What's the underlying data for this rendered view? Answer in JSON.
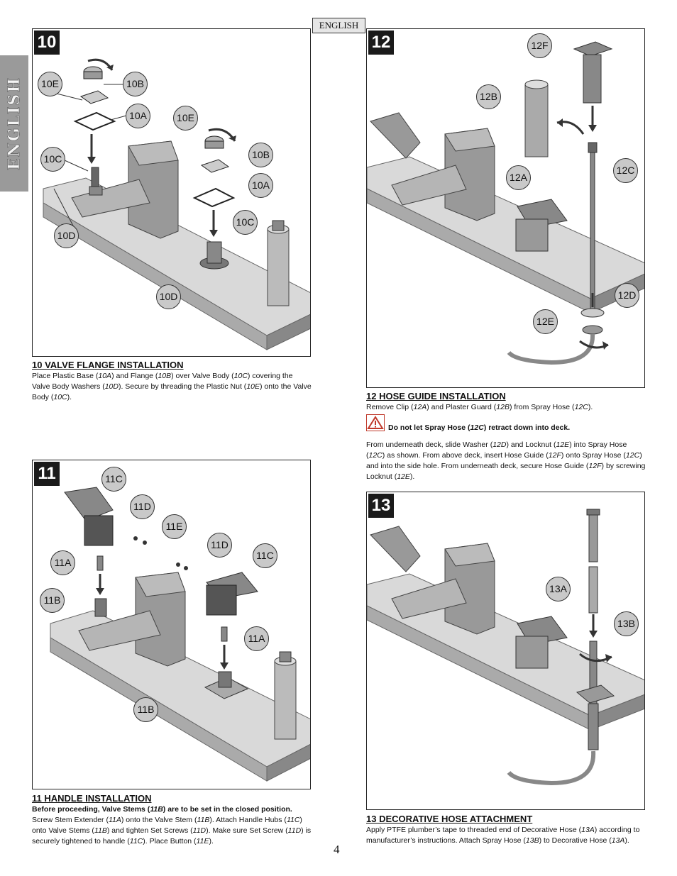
{
  "header": {
    "language_tab": "ENGLISH",
    "side_tab": "ENGLISH"
  },
  "steps": {
    "s10": {
      "number": "10",
      "title": "10  VALVE FLANGE INSTALLATION",
      "callouts": [
        "10E",
        "10B",
        "10A",
        "10E",
        "10B",
        "10A",
        "10C",
        "10C",
        "10D",
        "10D"
      ],
      "caption": [
        {
          "t": "Place Plastic Base ("
        },
        {
          "t": "10A",
          "i": true
        },
        {
          "t": ") and Flange ("
        },
        {
          "t": "10B",
          "i": true
        },
        {
          "t": ") over Valve Body ("
        },
        {
          "t": "10C",
          "i": true
        },
        {
          "t": ") covering the Valve Body Washers ("
        },
        {
          "t": "10D",
          "i": true
        },
        {
          "t": ").  Secure by threading the Plastic Nut ("
        },
        {
          "t": "10E",
          "i": true
        },
        {
          "t": ") onto the Valve Body ("
        },
        {
          "t": "10C",
          "i": true
        },
        {
          "t": ")."
        }
      ]
    },
    "s11": {
      "number": "11",
      "title": "11  HANDLE INSTALLATION",
      "callouts": [
        "11C",
        "11D",
        "11E",
        "11D",
        "11C",
        "11A",
        "11B",
        "11A",
        "11B"
      ],
      "bold_note": [
        {
          "t": "Before proceeding, Valve Stems ("
        },
        {
          "t": "11B",
          "i": true
        },
        {
          "t": ") are to be set in the closed position."
        }
      ],
      "caption": [
        {
          "t": "Screw Stem Extender ("
        },
        {
          "t": "11A",
          "i": true
        },
        {
          "t": ") onto the Valve Stem ("
        },
        {
          "t": "11B",
          "i": true
        },
        {
          "t": ").  Attach Handle Hubs ("
        },
        {
          "t": "11C",
          "i": true
        },
        {
          "t": ") onto Valve Stems ("
        },
        {
          "t": "11B",
          "i": true
        },
        {
          "t": ") and tighten Set Screws ("
        },
        {
          "t": "11D",
          "i": true
        },
        {
          "t": ").  Make sure Set Screw ("
        },
        {
          "t": "11D",
          "i": true
        },
        {
          "t": ") is securely tightened to handle ("
        },
        {
          "t": "11C",
          "i": true
        },
        {
          "t": ").  Place Button ("
        },
        {
          "t": "11E",
          "i": true
        },
        {
          "t": ")."
        }
      ]
    },
    "s12": {
      "number": "12",
      "title": "12  HOSE GUIDE INSTALLATION",
      "callouts": [
        "12F",
        "12B",
        "12C",
        "12A",
        "12D",
        "12E"
      ],
      "caption_1": [
        {
          "t": "Remove Clip ("
        },
        {
          "t": "12A",
          "i": true
        },
        {
          "t": ") and Plaster Guard ("
        },
        {
          "t": "12B",
          "i": true
        },
        {
          "t": ") from Spray Hose ("
        },
        {
          "t": "12C",
          "i": true
        },
        {
          "t": ")."
        }
      ],
      "warning": [
        {
          "t": "Do not let Spray Hose ("
        },
        {
          "t": "12C",
          "i": true
        },
        {
          "t": ") retract down into deck."
        }
      ],
      "caption_2": [
        {
          "t": "From underneath deck, slide Washer ("
        },
        {
          "t": "12D",
          "i": true
        },
        {
          "t": ") and Locknut ("
        },
        {
          "t": "12E",
          "i": true
        },
        {
          "t": ") into Spray Hose ("
        },
        {
          "t": "12C",
          "i": true
        },
        {
          "t": ") as shown.  From above deck, insert Hose Guide ("
        },
        {
          "t": "12F",
          "i": true
        },
        {
          "t": ") onto Spray Hose ("
        },
        {
          "t": "12C",
          "i": true
        },
        {
          "t": ") and into the side hole.  From underneath deck, secure Hose Guide ("
        },
        {
          "t": "12F",
          "i": true
        },
        {
          "t": ") by screwing Locknut ("
        },
        {
          "t": "12E",
          "i": true
        },
        {
          "t": ")."
        }
      ]
    },
    "s13": {
      "number": "13",
      "title": "13  DECORATIVE HOSE ATTACHMENT",
      "callouts": [
        "13A",
        "13B"
      ],
      "caption": [
        {
          "t": "Apply PTFE plumber’s tape to threaded end of Decorative Hose ("
        },
        {
          "t": "13A",
          "i": true
        },
        {
          "t": ") according to manufacturer’s instructions.  Attach Spray Hose ("
        },
        {
          "t": "13B",
          "i": true
        },
        {
          "t": ") to Decorative Hose ("
        },
        {
          "t": "13A",
          "i": true
        },
        {
          "t": ")."
        }
      ]
    }
  },
  "footer": {
    "page_number": "4"
  },
  "colors": {
    "callout_fill": "#c9c9c9",
    "deck_fill": "#d8d8d8",
    "metal": "#8c8c8c",
    "warning_red": "#c0392b"
  },
  "icons": [
    "warning-triangle-icon",
    "rotation-arrow-icon",
    "down-arrow-icon"
  ]
}
